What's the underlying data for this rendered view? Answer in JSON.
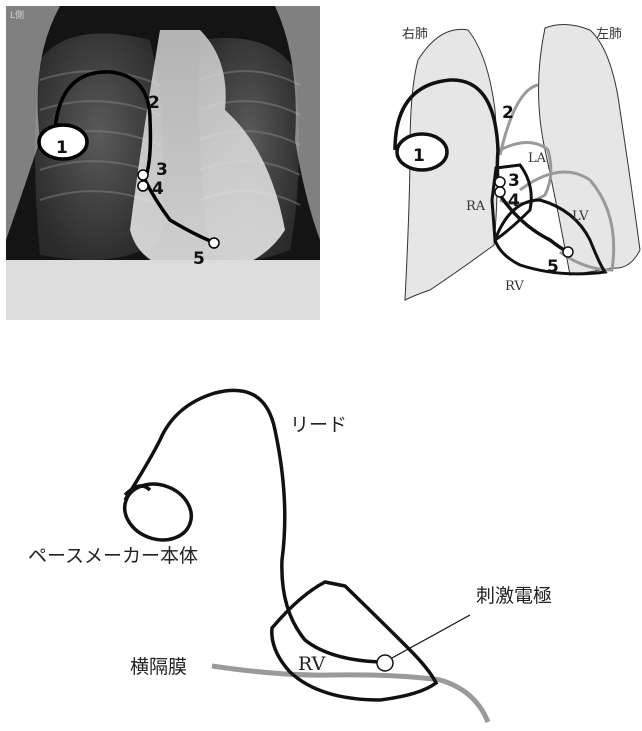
{
  "xray": {
    "corner_text": "L側",
    "markers": [
      "1",
      "2",
      "3",
      "4",
      "5"
    ]
  },
  "heart_diagram": {
    "lung_right": "右肺",
    "lung_left": "左肺",
    "markers": [
      "1",
      "2",
      "3",
      "4",
      "5"
    ],
    "chambers": {
      "la": "LA",
      "ra": "RA",
      "lv": "LV",
      "rv": "RV"
    }
  },
  "bottom_diagram": {
    "lead": "リード",
    "pacemaker": "ペースメーカー本体",
    "electrode": "刺激電極",
    "diaphragm": "横隔膜",
    "rv": "RV"
  },
  "colors": {
    "line": "#111111",
    "gray_line": "#9a9a9a",
    "lung_fill": "#e6e6e6"
  }
}
